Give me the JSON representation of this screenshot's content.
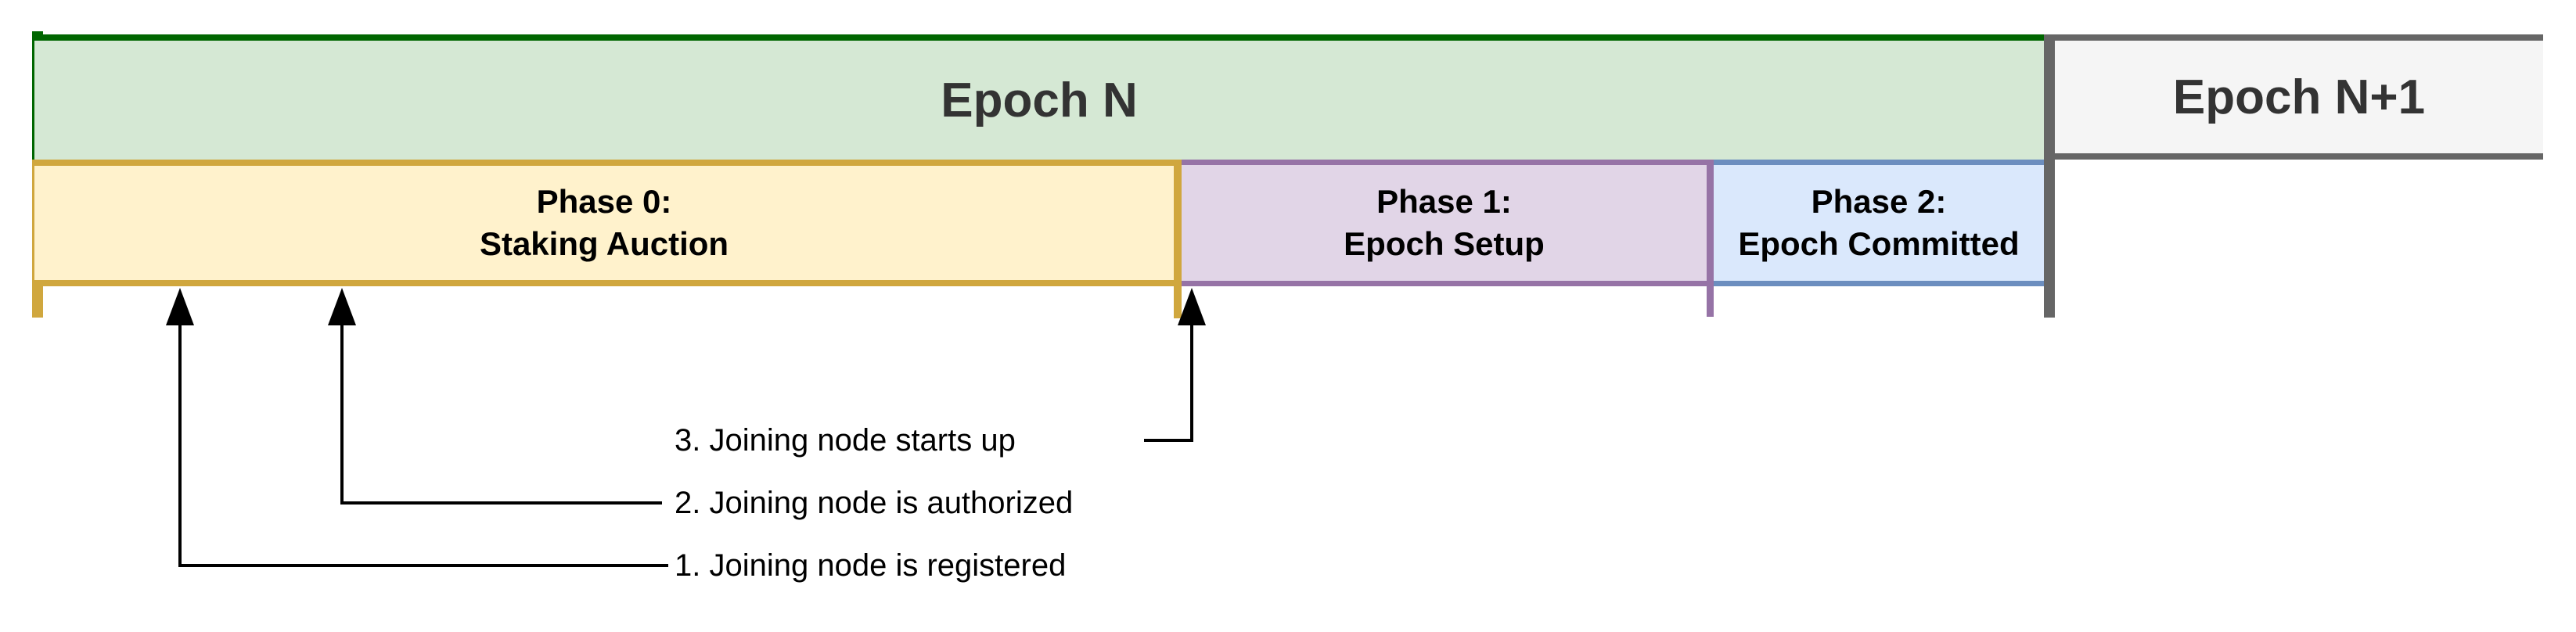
{
  "diagram": {
    "epochs": [
      {
        "label": "Epoch N"
      },
      {
        "label": "Epoch N+1"
      }
    ],
    "phases": [
      {
        "line1": "Phase 0:",
        "line2": "Staking Auction"
      },
      {
        "line1": "Phase 1:",
        "line2": "Epoch Setup"
      },
      {
        "line1": "Phase 2:",
        "line2": "Epoch Committed"
      }
    ],
    "annotations": [
      {
        "label": "1. Joining node is registered"
      },
      {
        "label": "2. Joining node is authorized"
      },
      {
        "label": "3. Joining node starts up"
      }
    ],
    "colors": {
      "green_fill": "#d5e8d4",
      "green_stroke": "#006600",
      "yellow_fill": "#fff2cc",
      "yellow_stroke": "#d0a73e",
      "purple_fill": "#e1d5e7",
      "purple_stroke": "#9673a6",
      "blue_fill": "#dae8fc",
      "blue_stroke": "#6c8ebf",
      "gray_fill": "#f5f5f5",
      "gray_stroke": "#666666",
      "text_dark": "#333333",
      "line_color": "#000000"
    }
  }
}
